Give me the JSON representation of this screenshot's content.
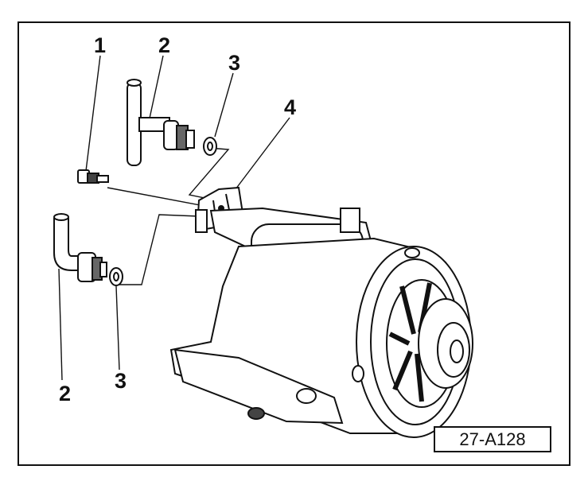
{
  "figure": {
    "callouts": [
      {
        "key": "c1",
        "text": "1"
      },
      {
        "key": "c2a",
        "text": "2"
      },
      {
        "key": "c3a",
        "text": "3"
      },
      {
        "key": "c4",
        "text": "4"
      },
      {
        "key": "c2b",
        "text": "2"
      },
      {
        "key": "c3b",
        "text": "3"
      }
    ],
    "reference_code": "27-A128"
  }
}
